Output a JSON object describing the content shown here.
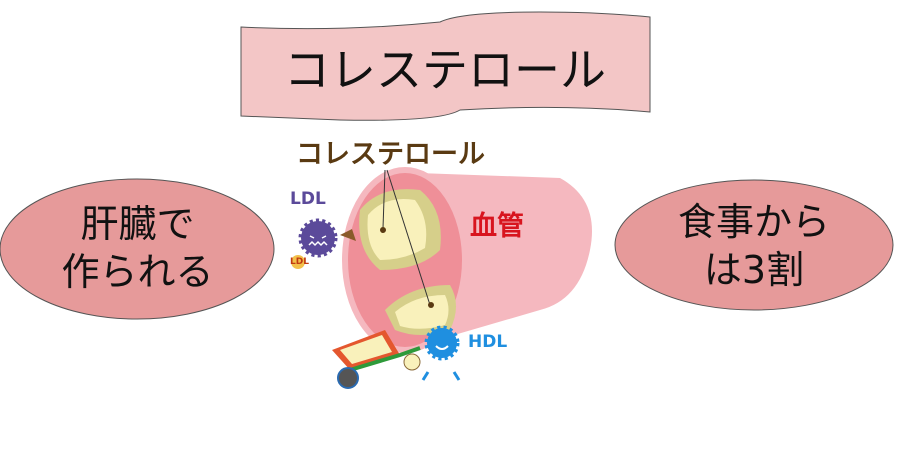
{
  "title": "コレステロール",
  "left_bubble": {
    "line1": "肝臓で",
    "line2": "作られる"
  },
  "right_bubble": {
    "line1": "食事から",
    "line2": "は3割"
  },
  "illustration": {
    "cholesterol_label": "コレステロール",
    "ldl_label": "LDL",
    "ldl_bag_label": "LDL",
    "vessel_label": "血管",
    "hdl_label": "HDL"
  },
  "colors": {
    "banner": "#f3c6c6",
    "bubble": "#e69a9a",
    "vessel": "#f0a0a8"
  }
}
